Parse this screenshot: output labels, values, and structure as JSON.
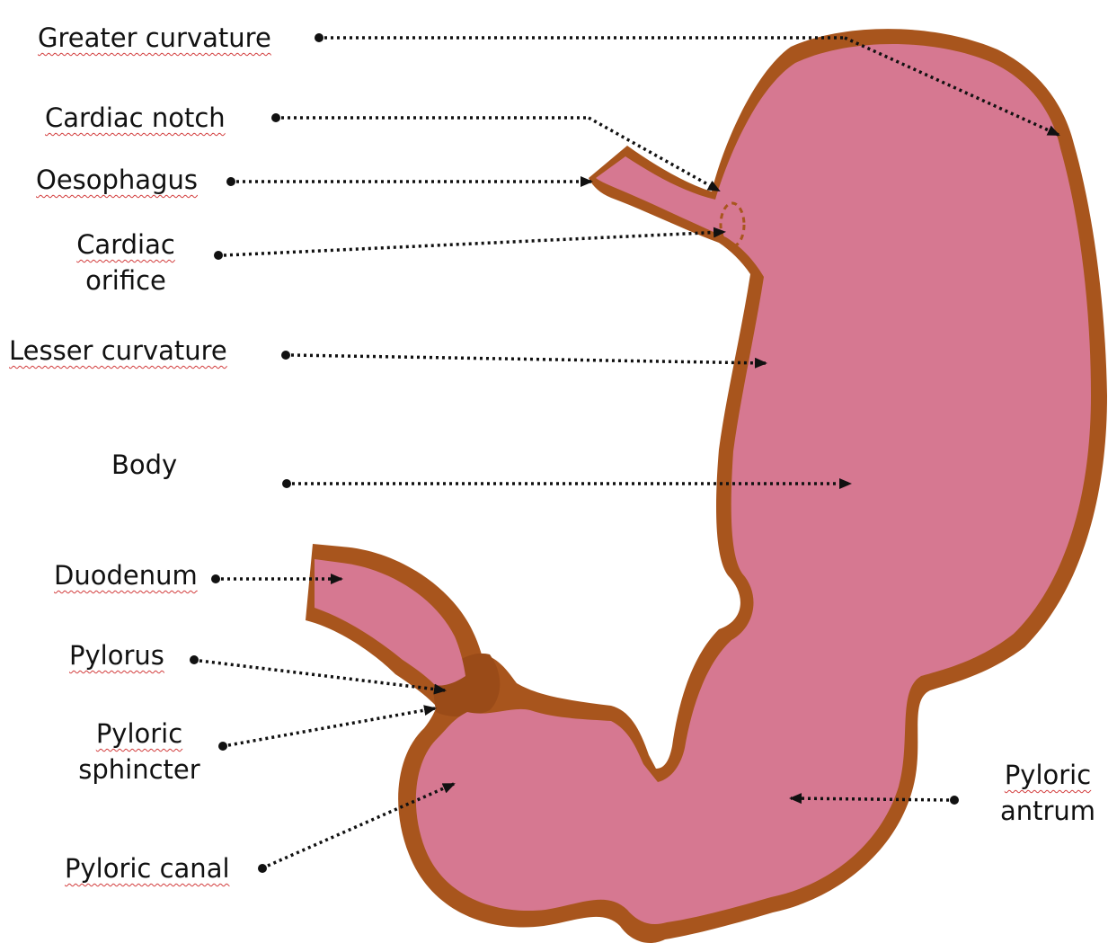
{
  "colors": {
    "wall": "#a8551d",
    "lumen": "#d67891",
    "leader": "#111111",
    "spellcheck_underline": "#d23c3c"
  },
  "labels": {
    "greater_curvature": "Greater curvature",
    "cardiac_notch": "Cardiac notch",
    "oesophagus": "Oesophagus",
    "cardiac_orifice": [
      "Cardiac",
      "orifice"
    ],
    "lesser_curvature": "Lesser curvature",
    "body": "Body",
    "duodenum": "Duodenum",
    "pylorus": "Pylorus",
    "pyloric_sphincter": [
      "Pyloric",
      "sphincter"
    ],
    "pyloric_canal": "Pyloric canal",
    "pyloric_antrum": [
      "Pyloric",
      "antrum"
    ]
  }
}
